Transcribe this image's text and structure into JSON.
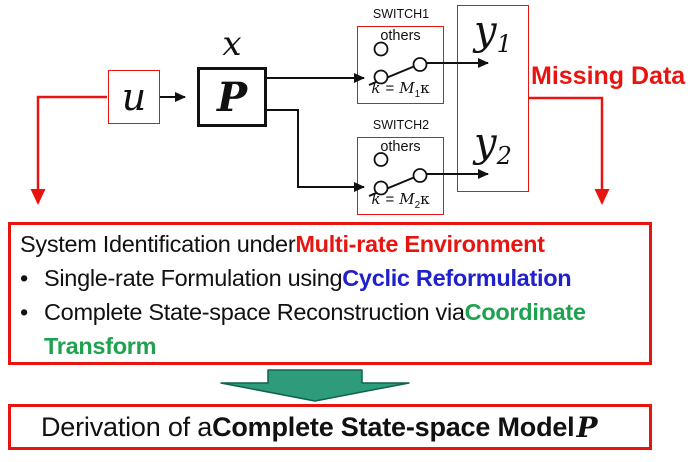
{
  "colors": {
    "red": "#e81410",
    "blue": "#2121cc",
    "green": "#1ea24f",
    "teal_fill": "#2e9c7a",
    "teal_stroke": "#10614d"
  },
  "diagram": {
    "input_label": "u",
    "state_label": "x",
    "plant_label": "P",
    "switches": [
      {
        "title": "SWITCH1",
        "open_label": "others",
        "condition": {
          "k": "k",
          "eq": "=",
          "base": "M",
          "sub": "1",
          "kappa": "κ"
        }
      },
      {
        "title": "SWITCH2",
        "open_label": "others",
        "condition": {
          "k": "k",
          "eq": "=",
          "base": "M",
          "sub": "2",
          "kappa": "κ"
        }
      }
    ],
    "outputs": [
      {
        "base": "y",
        "sub": "1"
      },
      {
        "base": "y",
        "sub": "2"
      }
    ],
    "missing_data_label": "Missing Data"
  },
  "summary_box": {
    "bullet_char": "•",
    "line1": [
      {
        "text": "System Identification under "
      },
      {
        "text": "Multi-rate Environment"
      }
    ],
    "bullet1": [
      {
        "text": "Single-rate Formulation using "
      },
      {
        "text": "Cyclic Reformulation"
      }
    ],
    "bullet2_line1": [
      {
        "text": "Complete State-space Reconstruction via "
      },
      {
        "text": "Coordinate"
      }
    ],
    "bullet2_line2": [
      {
        "text": "Transform"
      }
    ]
  },
  "result_box": {
    "segments": [
      {
        "text": "Derivation of a "
      },
      {
        "text": "Complete State-space Model "
      },
      {
        "text": "P"
      }
    ]
  }
}
